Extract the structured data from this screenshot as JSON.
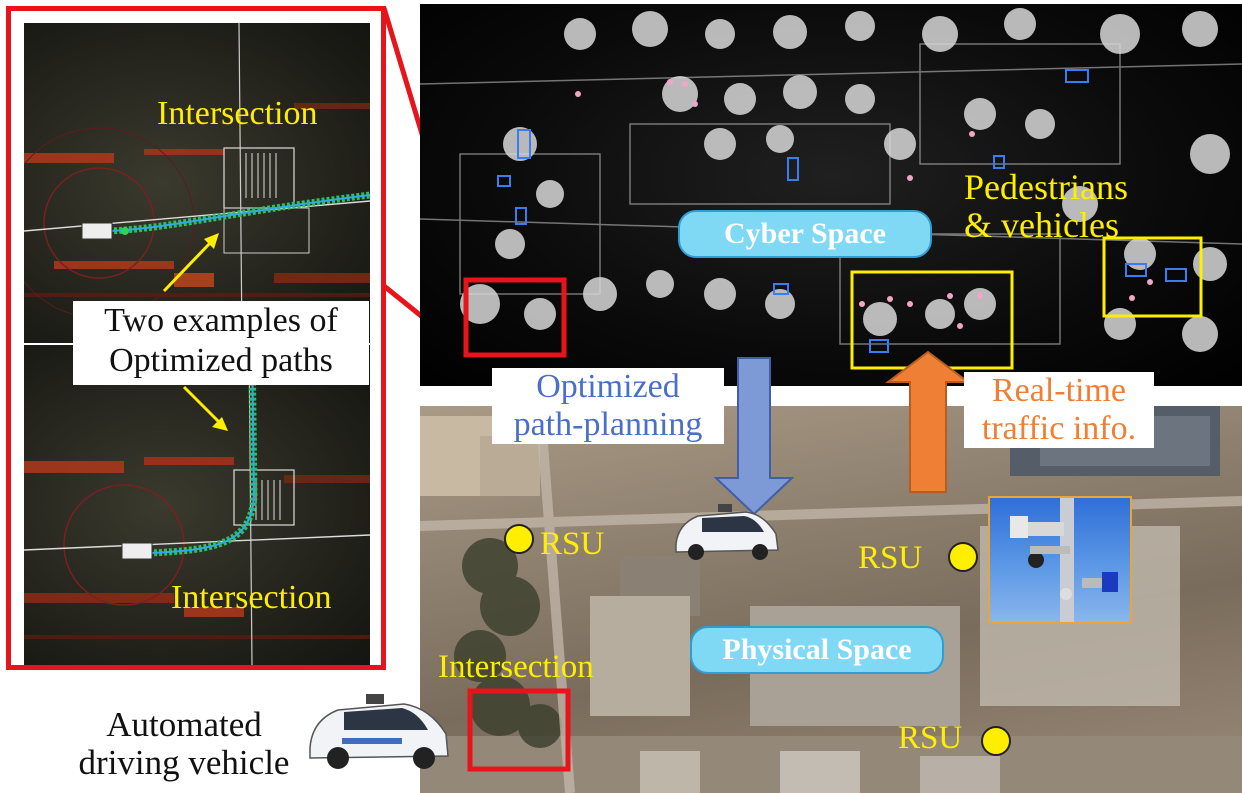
{
  "zoom_panel": {
    "top_label": "Intersection",
    "bottom_label": "Intersection",
    "examples_line1": "Two examples of",
    "examples_line2": "Optimized paths"
  },
  "cyber": {
    "label": "Cyber Space",
    "pedestrians_line1": "Pedestrians",
    "pedestrians_line2": "& vehicles"
  },
  "flow": {
    "optimized_line1": "Optimized",
    "optimized_line2": "path-planning",
    "realtime_line1": "Real-time",
    "realtime_line2": "traffic info."
  },
  "physical": {
    "label": "Physical Space",
    "intersection_label": "Intersection",
    "rsu_labels": [
      "RSU",
      "RSU",
      "RSU"
    ]
  },
  "vehicle": {
    "line1": "Automated",
    "line2": "driving vehicle"
  },
  "colors": {
    "highlight_red": "#e8141b",
    "label_yellow": "#ffee00",
    "pill_blue": "#7fd8f4",
    "arrow_blue": "#7d9ad6",
    "arrow_orange": "#ef7f35",
    "text_blue": "#4a6fc8",
    "text_orange": "#ef7f35"
  },
  "icons": [
    "arrow-down-icon",
    "arrow-up-icon",
    "rsu-dot-icon",
    "vehicle-icon"
  ]
}
